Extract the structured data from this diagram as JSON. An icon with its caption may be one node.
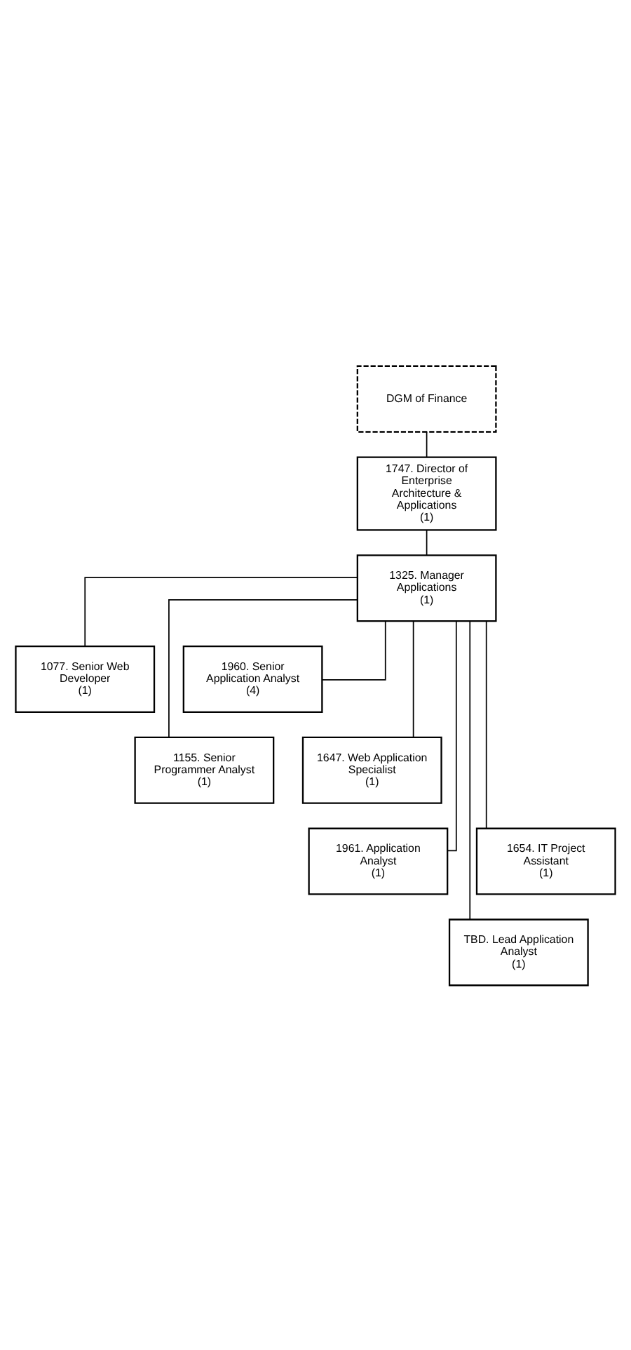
{
  "diagram": {
    "nodes": [
      {
        "text": [
          "DGM of Finance"
        ]
      },
      {
        "text": [
          "1747. Director of Enterprise Architecture & Applications",
          "(1)"
        ]
      },
      {
        "text": [
          "1325. Manager Applications",
          "(1)"
        ]
      },
      {
        "text": [
          "1077. Senior Web Developer",
          "(1)"
        ]
      },
      {
        "text": [
          "1960. Senior Application Analyst",
          "(4)"
        ]
      },
      {
        "text": [
          "1155. Senior Programmer Analyst",
          "(1)"
        ]
      },
      {
        "text": [
          "1647. Web Application Specialist",
          "(1)"
        ]
      },
      {
        "text": [
          "1961. Application Analyst",
          "(1)"
        ]
      },
      {
        "text": [
          "1654. IT Project Assistant",
          "(1)"
        ]
      },
      {
        "text": [
          "TBD. Lead Application Analyst",
          "(1)"
        ]
      }
    ],
    "edges": [
      {
        "from": 0,
        "to": 1,
        "arrow": "none"
      },
      {
        "from": 1,
        "to": 2,
        "arrow": "none"
      },
      {
        "from": 2,
        "to": 3,
        "arrow": "none"
      },
      {
        "from": 2,
        "to": 4,
        "arrow": "none"
      },
      {
        "from": 2,
        "to": 5,
        "arrow": "none"
      },
      {
        "from": 2,
        "to": 6,
        "arrow": "none"
      },
      {
        "from": 2,
        "to": 7,
        "arrow": "none"
      },
      {
        "from": 2,
        "to": 8,
        "arrow": "none"
      },
      {
        "from": 2,
        "to": 9,
        "arrow": "none"
      }
    ]
  }
}
